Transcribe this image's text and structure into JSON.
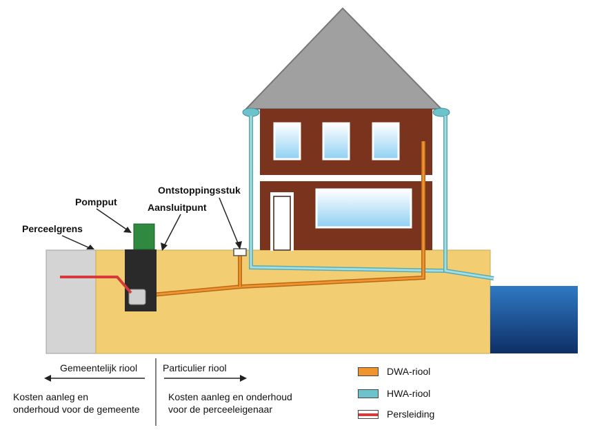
{
  "labels": {
    "pompput": "Pompput",
    "aansluitpunt": "Aansluitpunt",
    "ontstoppingsstuk": "Ontstoppingsstuk",
    "perceelgrens": "Perceelgrens"
  },
  "split": {
    "left_title": "Gemeentelijk riool",
    "right_title": "Particulier riool",
    "left_desc_line1": "Kosten aanleg en",
    "left_desc_line2": "onderhoud voor de gemeente",
    "right_desc_line1": "Kosten aanleg en onderhoud",
    "right_desc_line2": "voor de perceeleigenaar"
  },
  "legend": [
    {
      "label": "DWA-riool",
      "color": "#f0942e",
      "style": "solid"
    },
    {
      "label": "HWA-riool",
      "color": "#6cc3cb",
      "style": "solid"
    },
    {
      "label": "Persleiding",
      "color": "#d63a3a",
      "style": "line"
    }
  ],
  "colors": {
    "ground": "#f3cd72",
    "house": "#7a341e",
    "roof": "#9a9a9a",
    "dwa": "#f0942e",
    "hwa": "#6cc3cb",
    "pers": "#d63a3a",
    "water": "#1e4f8f",
    "pit": "#2a2a2a",
    "pit_lid": "#2f8a3f"
  }
}
